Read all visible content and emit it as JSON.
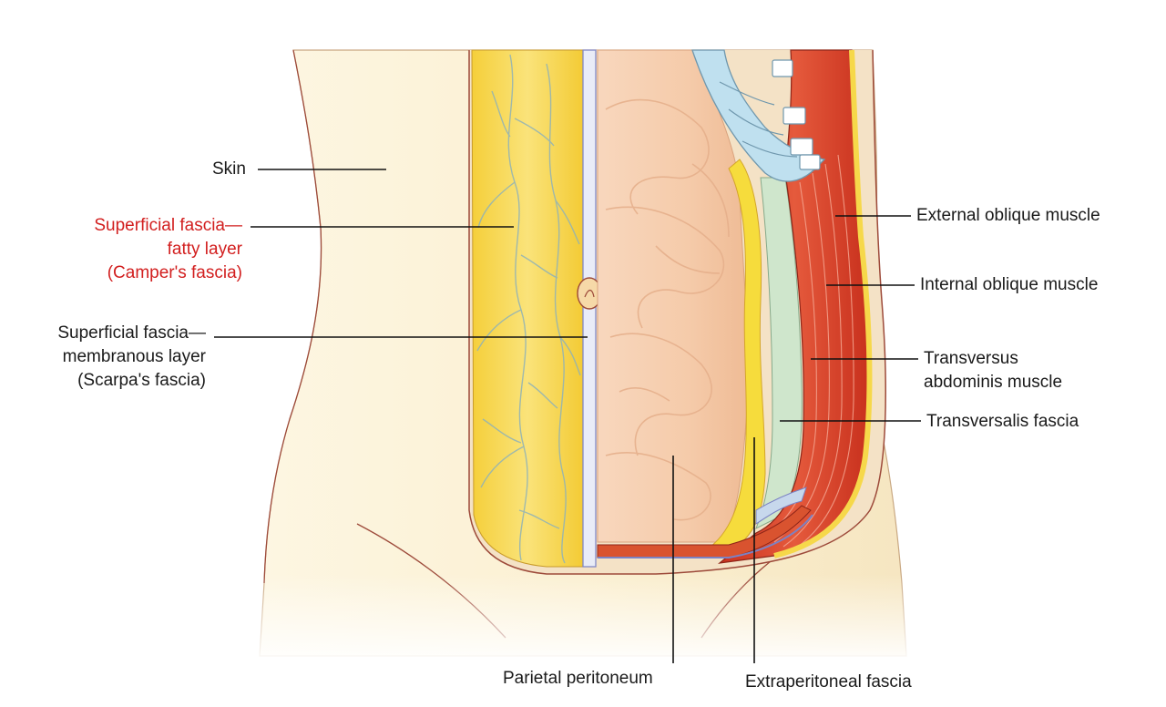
{
  "labels": {
    "skin": "Skin",
    "superficial_fatty": [
      "Superficial fascia—",
      "fatty layer",
      "(Camper's fascia)"
    ],
    "superficial_membranous": [
      "Superficial fascia—",
      "membranous layer",
      "(Scarpa's fascia)"
    ],
    "external_oblique": "External oblique muscle",
    "internal_oblique": "Internal oblique muscle",
    "transversus": [
      "Transversus",
      "abdominis muscle"
    ],
    "transversalis": "Transversalis fascia",
    "parietal_peritoneum": "Parietal peritoneum",
    "extraperitoneal": "Extraperitoneal fascia"
  },
  "colors": {
    "highlight_label": "#d21f1f",
    "skin": "#fbf1d3",
    "fat": "#f7d84a",
    "muscle": "#d9432c",
    "intestine": "#f6cdb0",
    "cartilage": "#bfe0ef"
  }
}
